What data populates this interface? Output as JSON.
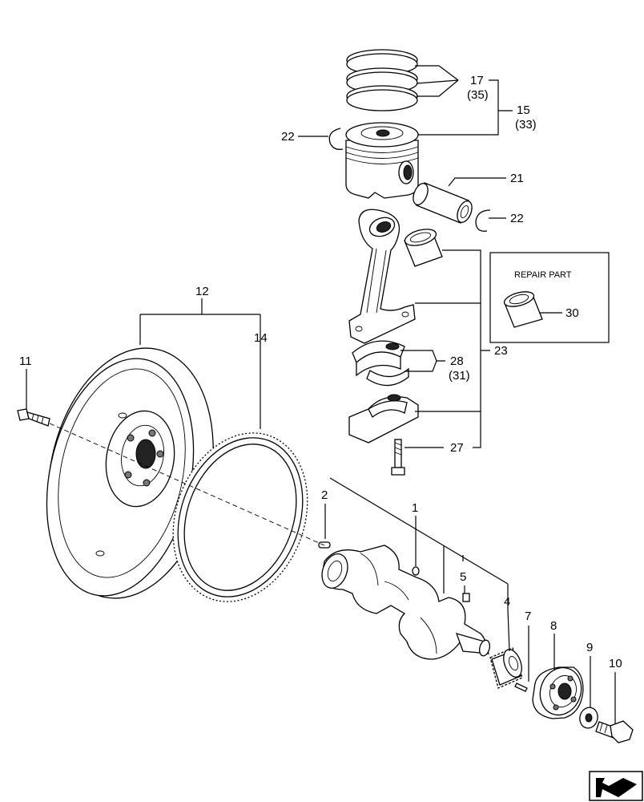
{
  "callouts": {
    "c17": "17",
    "c35": "(35)",
    "c15": "15",
    "c33": "(33)",
    "c22a": "22",
    "c21": "21",
    "c22b": "22",
    "c12": "12",
    "c14": "14",
    "c11": "11",
    "c28": "28",
    "c31": "(31)",
    "c23": "23",
    "c27": "27",
    "c30": "30",
    "c2": "2",
    "c1": "1",
    "c5": "5",
    "c4": "4",
    "c7": "7",
    "c8": "8",
    "c9": "9",
    "c10": "10"
  },
  "repair_box": {
    "title": "REPAIR PART"
  },
  "nav": {
    "icon": "next-page-arrow-icon"
  }
}
